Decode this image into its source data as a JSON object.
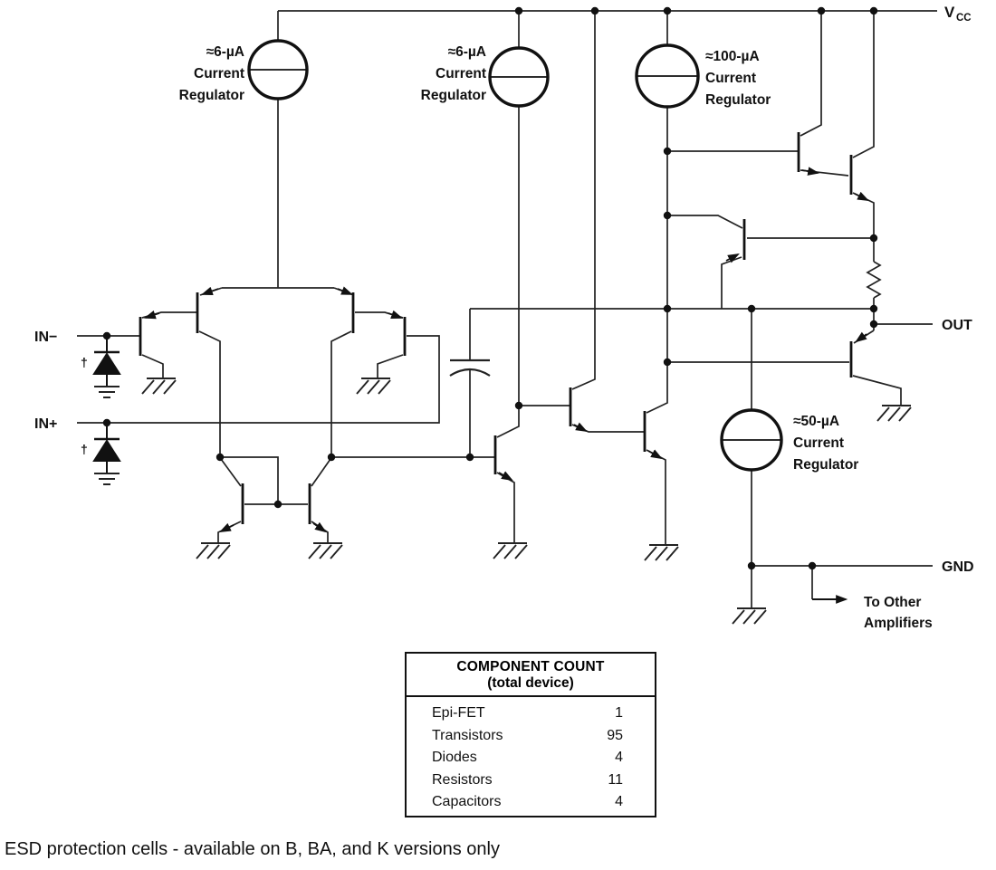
{
  "diagram": {
    "pins": {
      "vcc_main": "V",
      "vcc_sub": "CC",
      "out": "OUT",
      "gnd": "GND",
      "in_minus": "IN−",
      "in_plus": "IN+"
    },
    "esd_dagger": "†",
    "to_other_amplifiers": {
      "line1": "To Other",
      "line2": "Amplifiers"
    },
    "regulators": [
      {
        "value": "≈6-µA",
        "line2": "Current",
        "line3": "Regulator"
      },
      {
        "value": "≈6-µA",
        "line2": "Current",
        "line3": "Regulator"
      },
      {
        "value": "≈100-µA",
        "line2": "Current",
        "line3": "Regulator"
      },
      {
        "value": "≈50-µA",
        "line2": "Current",
        "line3": "Regulator"
      }
    ],
    "colors": {
      "wire": "#222222",
      "ink": "#111111",
      "background": "#ffffff"
    }
  },
  "component_table": {
    "title": "COMPONENT COUNT",
    "subtitle": "(total device)",
    "rows": [
      {
        "label": "Epi-FET",
        "value": "1"
      },
      {
        "label": "Transistors",
        "value": "95"
      },
      {
        "label": "Diodes",
        "value": "4"
      },
      {
        "label": "Resistors",
        "value": "11"
      },
      {
        "label": "Capacitors",
        "value": "4"
      }
    ]
  },
  "footnote": "ESD protection cells - available on B, BA, and K versions only"
}
